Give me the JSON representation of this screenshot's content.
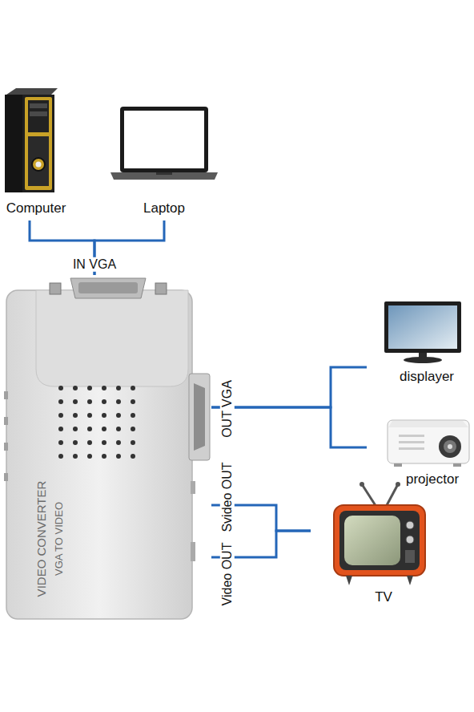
{
  "diagram": {
    "nodes": [
      {
        "text": [
          "Computer"
        ]
      },
      {
        "text": [
          "Laptop"
        ]
      },
      {
        "text": [
          "VIDEO CONVERTER",
          "VGA TO VIDEO"
        ]
      },
      {
        "text": [
          "displayer"
        ]
      },
      {
        "text": [
          "projector"
        ]
      },
      {
        "text": [
          "TV"
        ]
      }
    ],
    "edges": [
      {
        "from": 0,
        "to": 2,
        "arrow": "none"
      },
      {
        "from": 1,
        "to": 2,
        "arrow": "none"
      },
      {
        "from": 2,
        "to": 3,
        "arrow": "none"
      },
      {
        "from": 2,
        "to": 4,
        "arrow": "none"
      },
      {
        "from": 2,
        "to": 5,
        "arrow": "none"
      },
      {
        "from": 2,
        "to": 5,
        "arrow": "none"
      }
    ],
    "labels": [
      "IN VGA",
      "OUT VGA",
      "Svideo OUT",
      "Video OUT"
    ]
  }
}
